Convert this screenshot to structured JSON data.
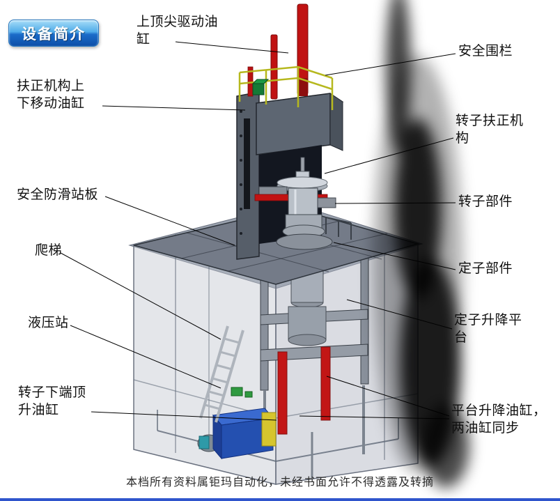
{
  "page": {
    "badge_label": "设备简介",
    "footer_text": "本档所有资料属钜玛自动化，未经书面允许不得透露及转摘"
  },
  "labels": {
    "top_center_cylinder": "上顶尖驱动油缸",
    "safety_fence": "安全围栏",
    "centering_lift_cylinder": "扶正机构上下移动油缸",
    "rotor_centering_mech": "转子扶正机构",
    "anti_slip_platform": "安全防滑站板",
    "rotor_part": "转子部件",
    "ladder": "爬梯",
    "stator_part": "定子部件",
    "hydraulic_station": "液压站",
    "stator_lift_platform": "定子升降平台",
    "rotor_bottom_jack_cylinder": "转子下端顶升油缸",
    "platform_lift_cylinders": "平台升降油缸，两油缸同步"
  },
  "colors": {
    "badge_blue": "#1b6cc9",
    "cylinder_red": "#c21616",
    "hydraulic_blue": "#2857be",
    "railing_yellow": "#b6b81e",
    "platform_gray": "#747b88",
    "bottom_line_blue": "#2f55cc"
  }
}
